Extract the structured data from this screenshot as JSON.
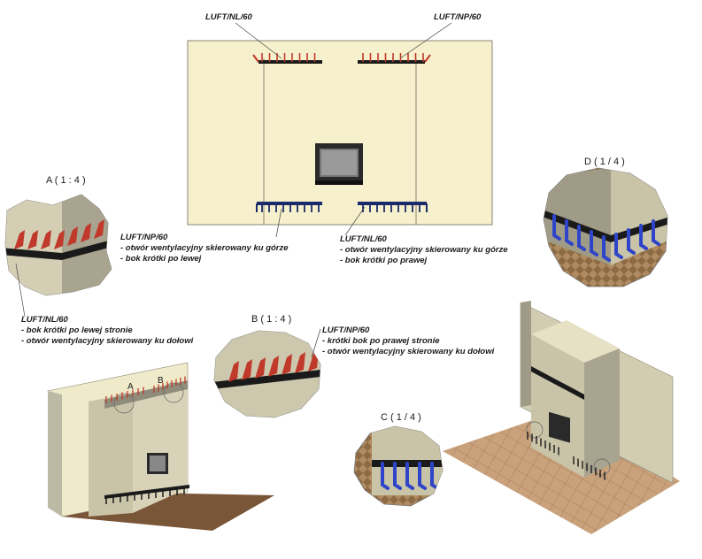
{
  "colors": {
    "wall": "#f6f0cc",
    "wall_side": "#bcb9a5",
    "wall_shadow": "#8f8c7b",
    "housing_front": "#c9c3a7",
    "housing_side": "#9f9b86",
    "floor_wood": "#7a5638",
    "floor_tile": "#c8a07a",
    "grille_down": "#1b2a6a",
    "grille_up": "#c0392b",
    "grille_blue": "#2f45c9",
    "strip": "#1a1a1a",
    "stone": "#a07a52"
  },
  "labels": {
    "top_left_code": "LUFT/NL/60",
    "top_right_code": "LUFT/NP/60",
    "mid_left": {
      "code": "LUFT/NP/60",
      "line1": "- otwór wentylacyjny skierowany ku górze",
      "line2": "- bok krótki po lewej"
    },
    "mid_right": {
      "code": "LUFT/NL/60",
      "line1": "- otwór wentylacyjny skierowany ku górze",
      "line2": "- bok krótki po prawej"
    },
    "left_lower": {
      "code": "LUFT/NL/60",
      "line1": "- bok krótki po lewej stronie",
      "line2": "- otwór wentylacyjny skierowany ku dołowi"
    },
    "right_lower": {
      "code": "LUFT/NP/60",
      "line1": "- krótki bok po prawej stronie",
      "line2": "- otwór wentylacyjny skierowany ku dołowi"
    }
  },
  "details": {
    "a": "A ( 1 : 4 )",
    "b": "B ( 1 : 4 )",
    "c": "C ( 1 / 4 )",
    "d": "D ( 1 / 4 )",
    "marker_a": "A",
    "marker_b": "B"
  }
}
